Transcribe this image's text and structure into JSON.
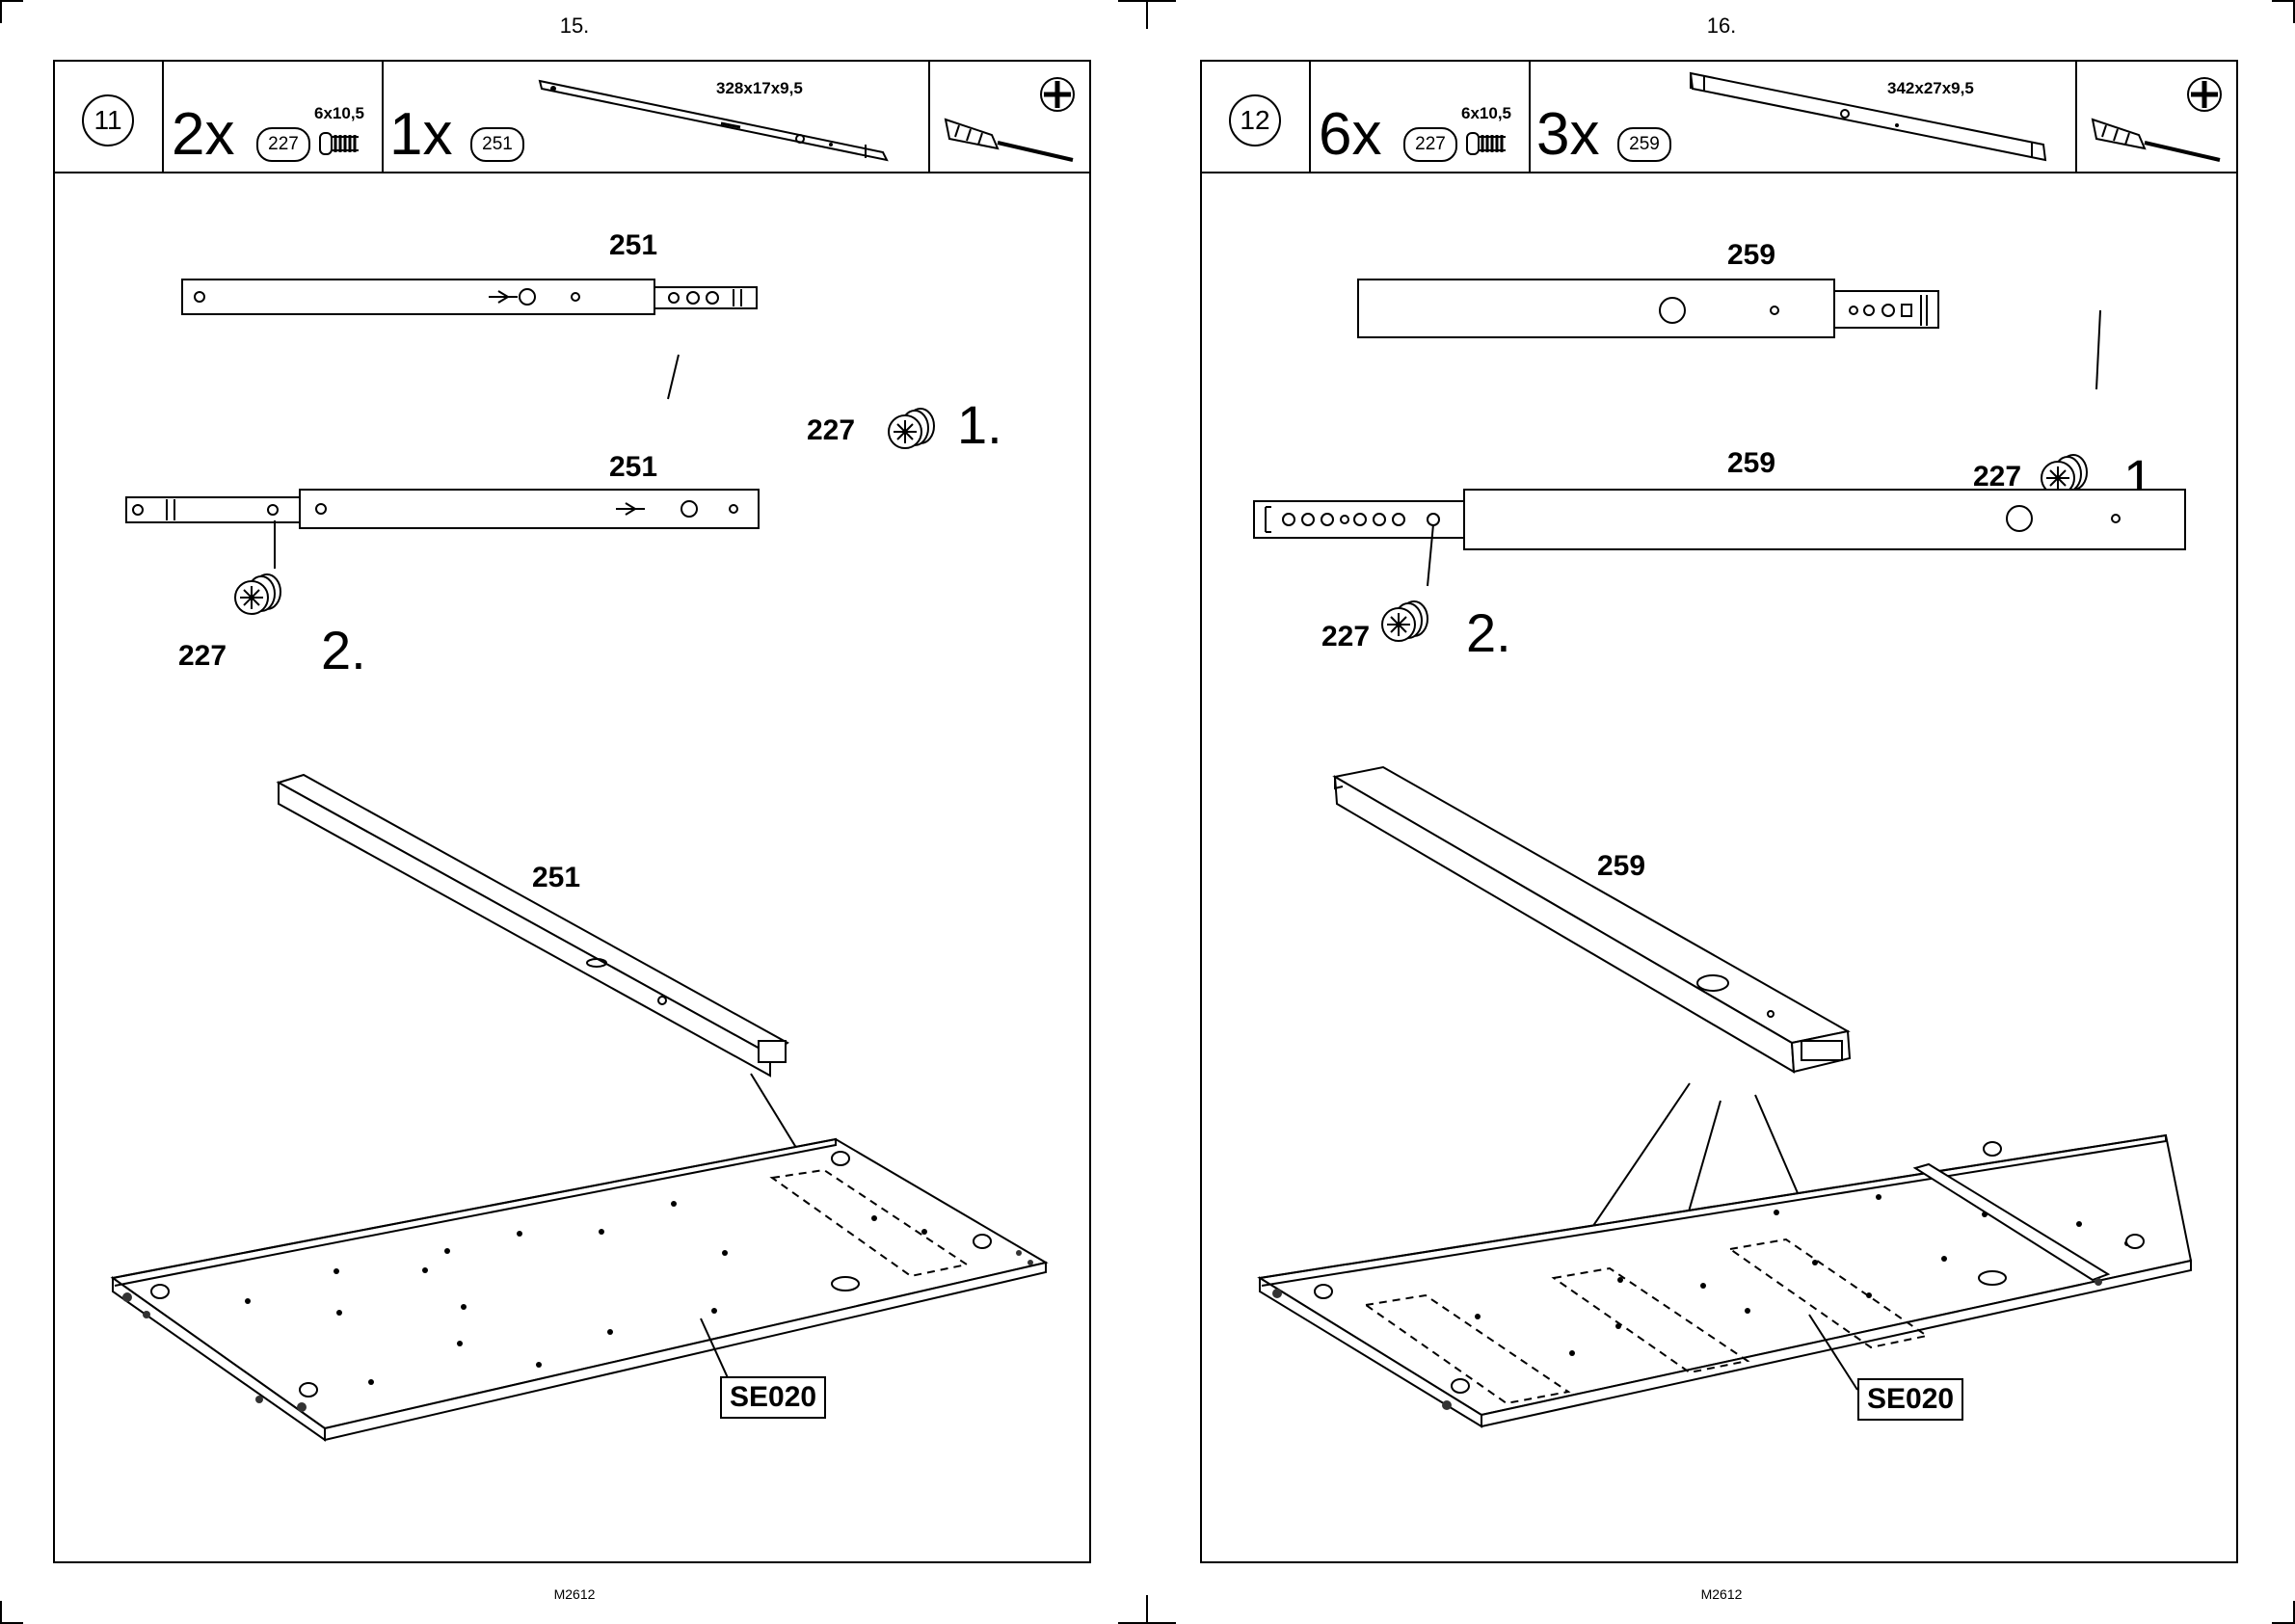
{
  "pages": [
    {
      "page_number": "15.",
      "step": "11",
      "hardware": {
        "qty": "2x",
        "part": "227",
        "size": "6x10,5"
      },
      "component": {
        "qty": "1x",
        "part": "251",
        "dimensions": "328x17x9,5"
      },
      "detail_part_label_1": "251",
      "detail_part_label_2": "251",
      "screw_label_1": "227",
      "screw_label_2": "227",
      "step_1": "1.",
      "step_2": "2.",
      "assembly_part_label": "251",
      "board_label": "SE020",
      "doc_code": "M2612"
    },
    {
      "page_number": "16.",
      "step": "12",
      "hardware": {
        "qty": "6x",
        "part": "227",
        "size": "6x10,5"
      },
      "component": {
        "qty": "3x",
        "part": "259",
        "dimensions": "342x27x9,5"
      },
      "detail_part_label_1": "259",
      "detail_part_label_2": "259",
      "screw_label_1": "227",
      "screw_label_2": "227",
      "step_1": "1.",
      "step_2": "2.",
      "assembly_part_label": "259",
      "board_label": "SE020",
      "doc_code": "M2612"
    }
  ],
  "icons": [
    "screwdriver-icon",
    "phillips-head-icon",
    "cam-screw-icon"
  ]
}
